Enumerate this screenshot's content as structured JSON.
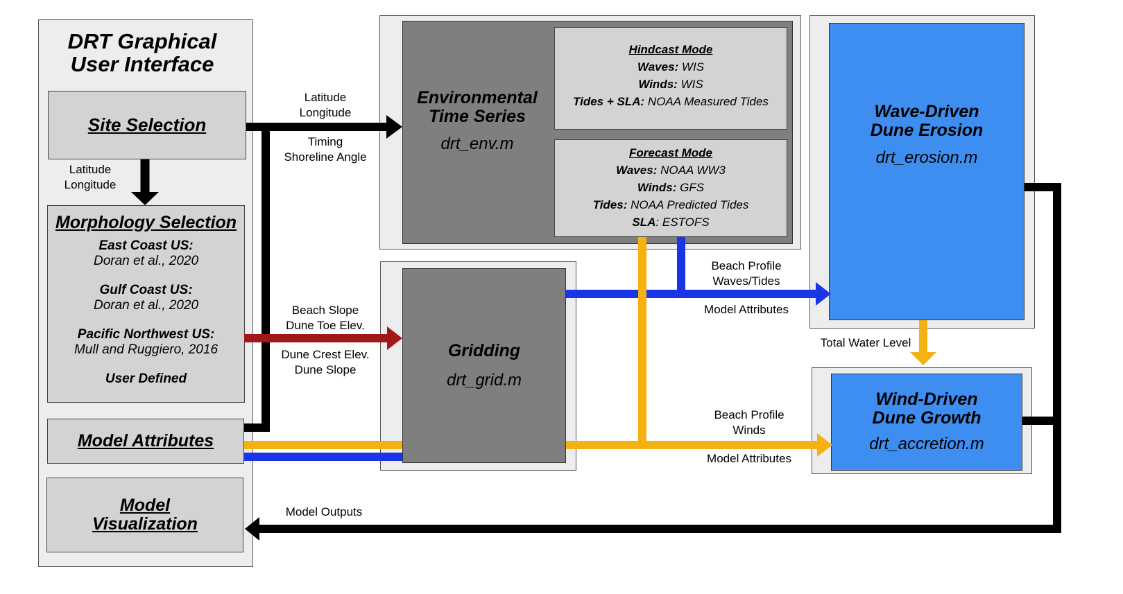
{
  "gui_panel": {
    "title_lines": [
      "DRT Graphical",
      "User Interface"
    ],
    "site_selection": "Site Selection",
    "morphology": {
      "title": "Morphology Selection",
      "entries": [
        {
          "region": "East Coast US:",
          "ref": "Doran et al., 2020"
        },
        {
          "region": "Gulf Coast US:",
          "ref": "Doran et al., 2020"
        },
        {
          "region": "Pacific Northwest US:",
          "ref": "Mull and Ruggiero, 2016"
        }
      ],
      "user_defined": "User Defined"
    },
    "model_attributes": "Model Attributes",
    "visualization_lines": [
      "Model",
      "Visualization"
    ]
  },
  "env": {
    "title_lines": [
      "Environmental",
      "Time Series"
    ],
    "script": "drt_env.m",
    "hindcast": {
      "title": "Hindcast Mode",
      "rows": [
        {
          "key": "Waves:",
          "val": "WIS"
        },
        {
          "key": "Winds:",
          "val": "WIS"
        },
        {
          "key": "Tides + SLA:",
          "val": "NOAA Measured Tides"
        }
      ]
    },
    "forecast": {
      "title": "Forecast Mode",
      "rows": [
        {
          "key": "Waves:",
          "val": "NOAA WW3"
        },
        {
          "key": "Winds:",
          "val": "GFS"
        },
        {
          "key": "Tides:",
          "val": "NOAA Predicted Tides"
        },
        {
          "key": "SLA",
          "val": ": ESTOFS"
        }
      ]
    }
  },
  "grid": {
    "title": "Gridding",
    "script": "drt_grid.m"
  },
  "erosion": {
    "title_lines": [
      "Wave-Driven",
      "Dune Erosion"
    ],
    "script": "drt_erosion.m"
  },
  "accretion": {
    "title_lines": [
      "Wind-Driven",
      "Dune Growth"
    ],
    "script": "drt_accretion.m"
  },
  "labels": {
    "site_to_env_top": [
      "Latitude",
      "Longitude"
    ],
    "site_to_env_bottom": [
      "Timing",
      "Shoreline Angle"
    ],
    "site_to_morph": [
      "Latitude",
      "Longitude"
    ],
    "morph_to_grid_top": [
      "Beach Slope",
      "Dune Toe Elev."
    ],
    "morph_to_grid_bottom": [
      "Dune Crest Elev.",
      "Dune Slope"
    ],
    "to_erosion_top": [
      "Beach Profile",
      "Waves/Tides"
    ],
    "to_erosion_bottom": "Model Attributes",
    "to_accretion_top": [
      "Beach Profile",
      "Winds"
    ],
    "to_accretion_bottom": "Model Attributes",
    "total_water_level": "Total Water Level",
    "model_outputs": "Model Outputs"
  },
  "colors": {
    "black_flow": "#000000",
    "red_flow": "#a01818",
    "blue_flow": "#1a35e8",
    "orange_flow": "#f5b10f",
    "blue_box": "#3d8ef0",
    "dark_box": "#7f7f7f",
    "light_box": "#d3d3d3",
    "panel_bg": "#ededed"
  }
}
